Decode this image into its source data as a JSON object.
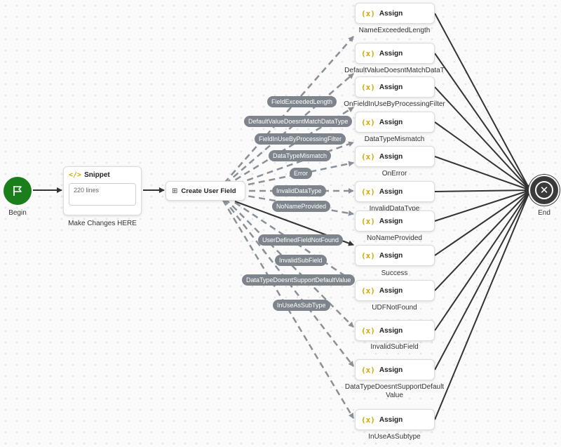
{
  "begin": {
    "label": "Begin"
  },
  "end": {
    "label": "End",
    "icon": "close-icon"
  },
  "snippet": {
    "title": "Snippet",
    "lines": "220 lines",
    "label": "Make Changes HERE",
    "icon": "code-icon"
  },
  "create_user_field": {
    "title": "Create User Field",
    "icon": "field-add-icon"
  },
  "assign_nodes": [
    {
      "title": "Assign",
      "label": "NameExceededLength"
    },
    {
      "title": "Assign",
      "label": "DefaultValueDoesntMatchDataType"
    },
    {
      "title": "Assign",
      "label": "OnFieldInUseByProcessingFilter"
    },
    {
      "title": "Assign",
      "label": "DataTypeMismatch"
    },
    {
      "title": "Assign",
      "label": "OnError"
    },
    {
      "title": "Assign",
      "label": "InvalidDataType"
    },
    {
      "title": "Assign",
      "label": "NoNameProvided"
    },
    {
      "title": "Assign",
      "label": "Success"
    },
    {
      "title": "Assign",
      "label": "UDFNotFound"
    },
    {
      "title": "Assign",
      "label": "InvalidSubField"
    },
    {
      "title": "Assign",
      "label": "DataTypeDoesntSupportDefaultValue"
    },
    {
      "title": "Assign",
      "label": "InUseAsSubtype"
    }
  ],
  "edge_labels": [
    "FieldExceededLength",
    "DefaultValueDoesntMatchDataType",
    "FieldInUseByProcessingFilter",
    "DataTypeMismatch",
    "Error",
    "InvalidDataType",
    "NoNameProvided",
    "UserDefinedFieldNotFound",
    "InvalidSubField",
    "DataTypeDoesntSupportDefaultValue",
    "InUseAsSubType"
  ],
  "colors": {
    "begin": "#1a7f1a",
    "end": "#3a3a3a",
    "edge": "#333333",
    "dashed_edge": "#8a9097",
    "pill": "#7e848c",
    "assign_icon": "#d4a800"
  }
}
